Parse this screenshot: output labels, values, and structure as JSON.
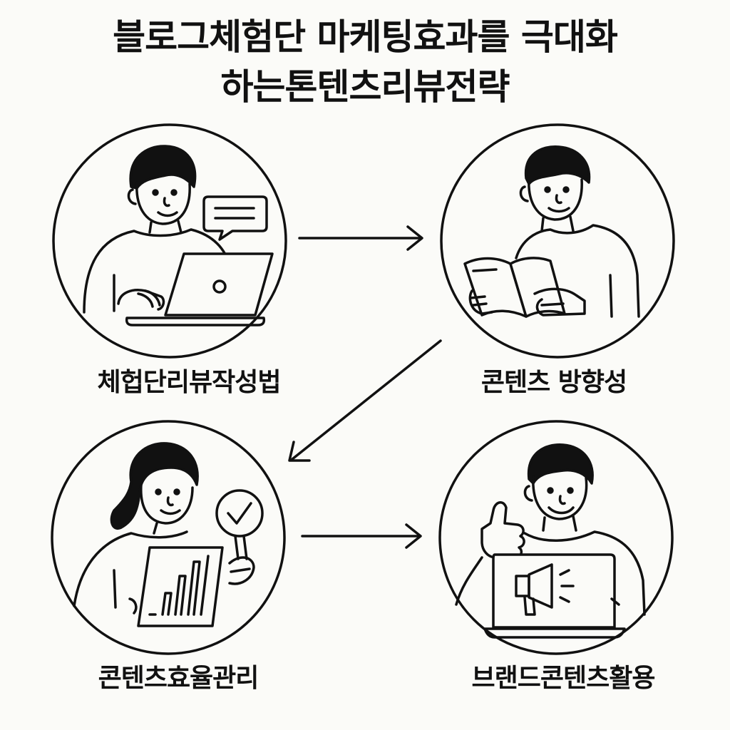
{
  "title": {
    "line1": "블로그체험단 마케팅효과를 극대화",
    "line2": "하는톤텐츠리뷰전략"
  },
  "steps": [
    {
      "label": "체헙단리뷰작성법",
      "icon": "person-typing-laptop-icon"
    },
    {
      "label": "콘텐츠 방향성",
      "icon": "person-reading-book-icon"
    },
    {
      "label": "콘텐츠효율관리",
      "icon": "person-magnifier-chart-icon"
    },
    {
      "label": "브랜드콘텐츠활용",
      "icon": "person-thumbs-up-megaphone-icon"
    }
  ],
  "colors": {
    "background": "#fbfbf8",
    "ink": "#111111"
  }
}
